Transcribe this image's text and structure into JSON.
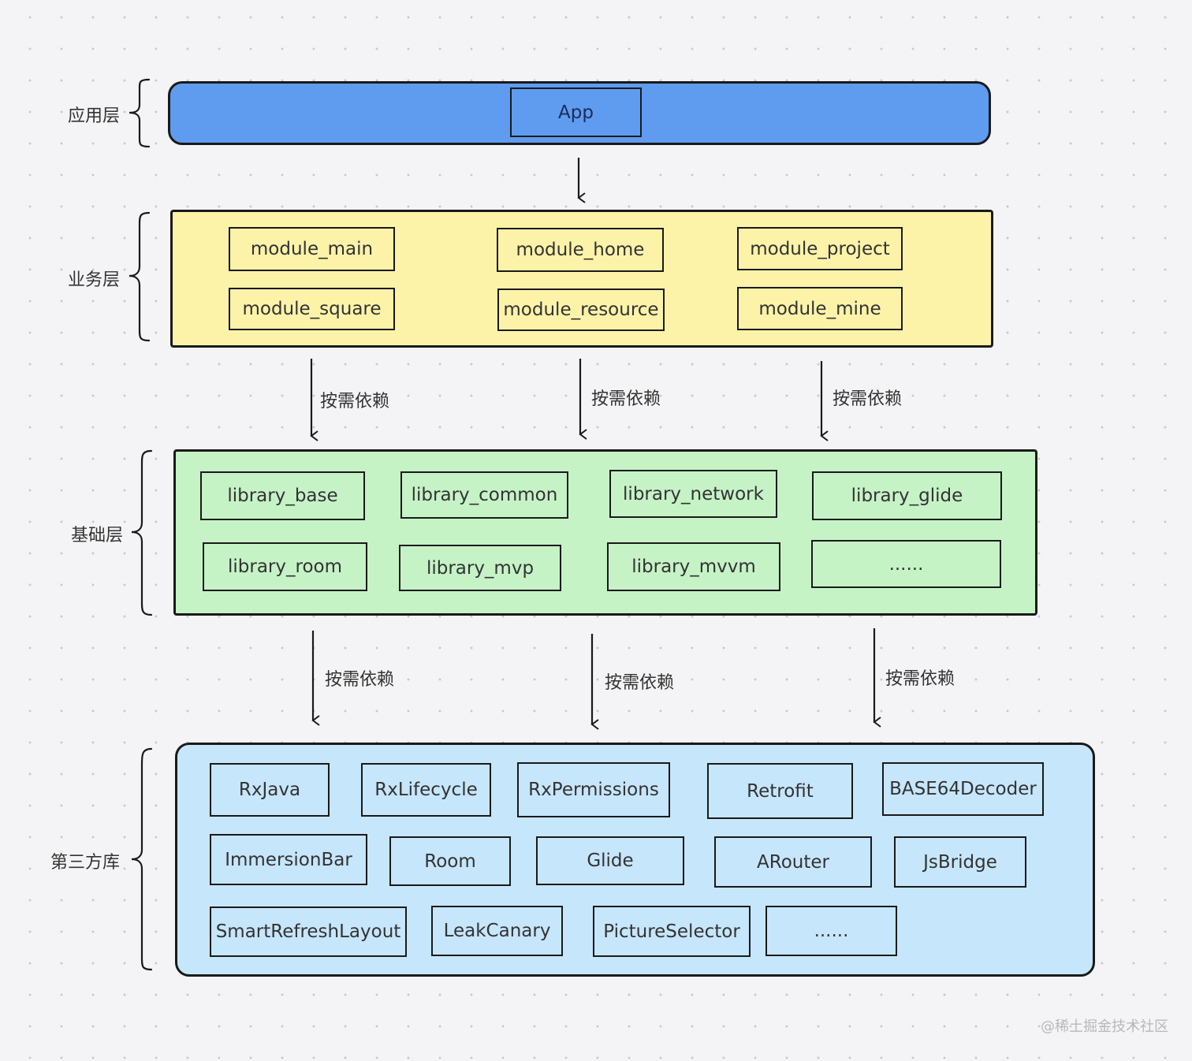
{
  "layers": {
    "app": {
      "label": "应用层",
      "color": "#5f9cef",
      "modules": [
        "App"
      ]
    },
    "business": {
      "label": "业务层",
      "color": "#fcf3a9",
      "modules": [
        "module_main",
        "module_home",
        "module_project",
        "module_square",
        "module_resource",
        "module_mine"
      ]
    },
    "base": {
      "label": "基础层",
      "color": "#c5f3c6",
      "modules": [
        "library_base",
        "library_common",
        "library_network",
        "library_glide",
        "library_room",
        "library_mvp",
        "library_mvvm",
        "......"
      ]
    },
    "third": {
      "label": "第三方库",
      "color": "#c6e6fb",
      "modules": [
        "RxJava",
        "RxLifecycle",
        "RxPermissions",
        "Retrofit",
        "BASE64Decoder",
        "ImmersionBar",
        "Room",
        "Glide",
        "ARouter",
        "JsBridge",
        "SmartRefreshLayout",
        "LeakCanary",
        "PictureSelector",
        "......"
      ]
    }
  },
  "dependency_label": "按需依赖",
  "watermark": "@稀土掘金技术社区"
}
